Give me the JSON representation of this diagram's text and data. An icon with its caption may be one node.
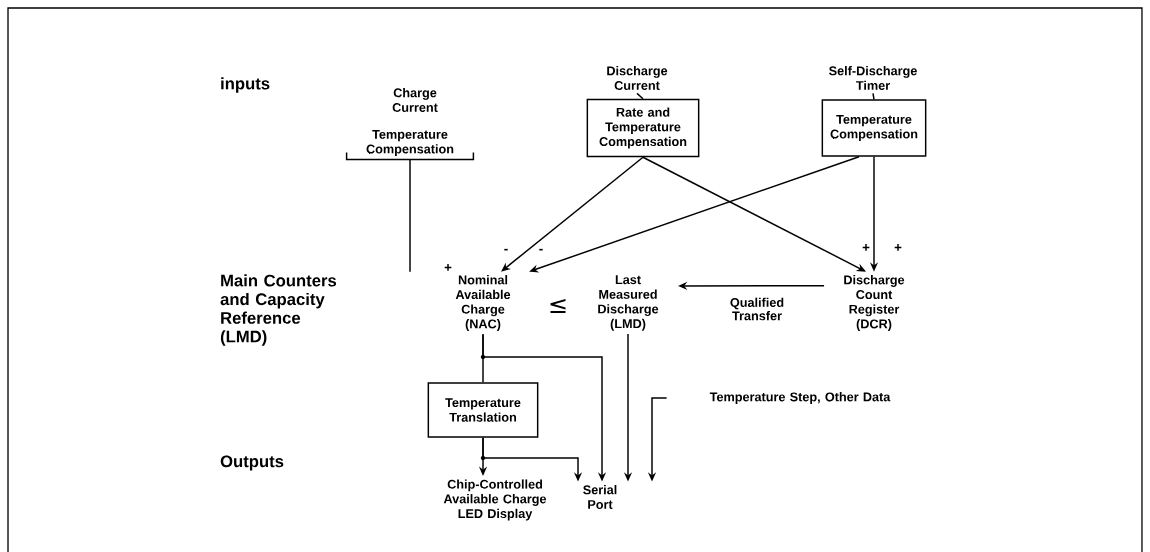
{
  "diagram": {
    "nodes": [
      {
        "text": [
          "Charge Current"
        ]
      },
      {
        "text": [
          "Discharge Current"
        ]
      },
      {
        "text": [
          "Self-Discharge Timer"
        ]
      },
      {
        "text": [
          "Temperature Compensation"
        ]
      },
      {
        "text": [
          "Rate and Temperature Compensation"
        ]
      },
      {
        "text": [
          "Temperature Compensation"
        ]
      },
      {
        "text": [
          "Nominal Available Charge (NAC)"
        ]
      },
      {
        "text": [
          "Last Measured Discharge (LMD)"
        ]
      },
      {
        "text": [
          "Discharge Count Register (DCR)"
        ]
      },
      {
        "text": [
          "Temperature Translation"
        ]
      },
      {
        "text": [
          "Chip-Controlled Available Charge LED Display"
        ]
      },
      {
        "text": [
          "Serial Port"
        ]
      },
      {
        "text": [
          "Temperature Step, Other Data"
        ]
      }
    ],
    "edges": [
      {
        "from": 1,
        "to": 4,
        "arrow": "none"
      },
      {
        "from": 2,
        "to": 5,
        "arrow": "none"
      },
      {
        "from": 3,
        "to": 6,
        "arrow": "none"
      },
      {
        "from": 4,
        "to": 6,
        "arrow": "to"
      },
      {
        "from": 4,
        "to": 8,
        "arrow": "to"
      },
      {
        "from": 5,
        "to": 6,
        "arrow": "to"
      },
      {
        "from": 5,
        "to": 8,
        "arrow": "to"
      },
      {
        "from": 8,
        "to": 7,
        "arrow": "to",
        "label": "Qualified Transfer"
      },
      {
        "from": 6,
        "to": 9,
        "arrow": "none"
      },
      {
        "from": 6,
        "to": 11,
        "arrow": "to"
      },
      {
        "from": 7,
        "to": 11,
        "arrow": "to"
      },
      {
        "from": 9,
        "to": 10,
        "arrow": "to"
      },
      {
        "from": 9,
        "to": 11,
        "arrow": "to"
      },
      {
        "from": 12,
        "to": 11,
        "arrow": "to"
      }
    ],
    "labels": [
      "inputs",
      "Main Counters and Capacity Reference (LMD)",
      "Outputs",
      "+",
      "-",
      "-",
      "+",
      "+",
      "≤"
    ]
  }
}
